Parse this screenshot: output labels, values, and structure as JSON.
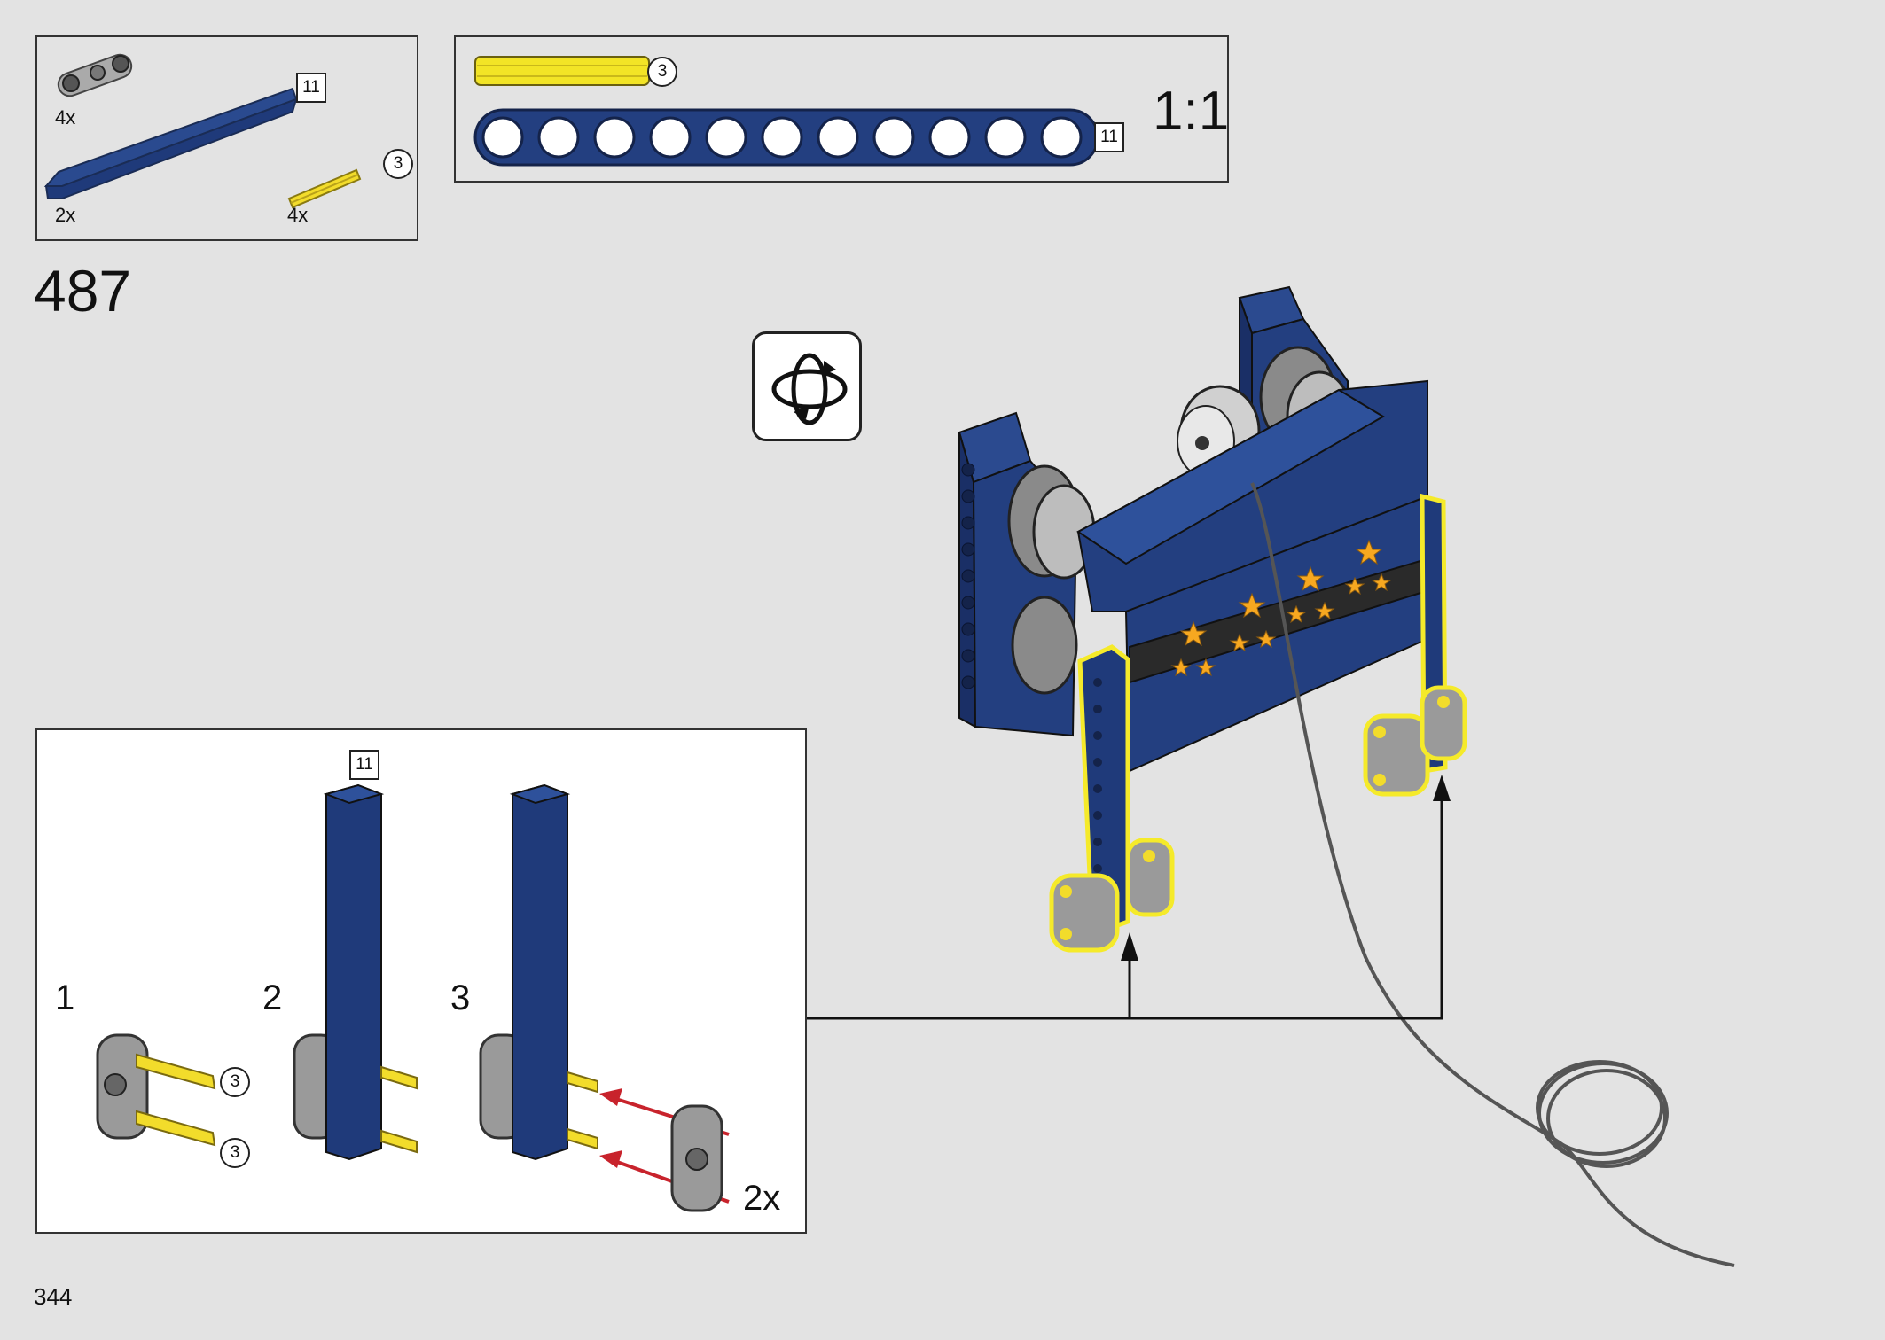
{
  "parts_list": {
    "items": [
      {
        "name": "connector",
        "qty": "4x"
      },
      {
        "name": "beam",
        "qty": "2x",
        "length": "11"
      },
      {
        "name": "axle",
        "qty": "4x",
        "length": "3"
      }
    ]
  },
  "scale_box": {
    "axle_length": "3",
    "beam_length": "11",
    "scale": "1:1"
  },
  "step_number": "487",
  "rotate_icon": "rotate-model-icon",
  "substeps": {
    "beam_length": "11",
    "steps": [
      {
        "number": "1",
        "axle_a": "3",
        "axle_b": "3"
      },
      {
        "number": "2"
      },
      {
        "number": "3",
        "multiplier": "2x"
      }
    ]
  },
  "page_number": "344",
  "colors": {
    "beam_blue": "#1f3a7a",
    "axle_yellow": "#f2dc2b",
    "connector_gray": "#9a9a9a",
    "arrow_red": "#c8232c",
    "highlight": "#f5ea2a"
  }
}
